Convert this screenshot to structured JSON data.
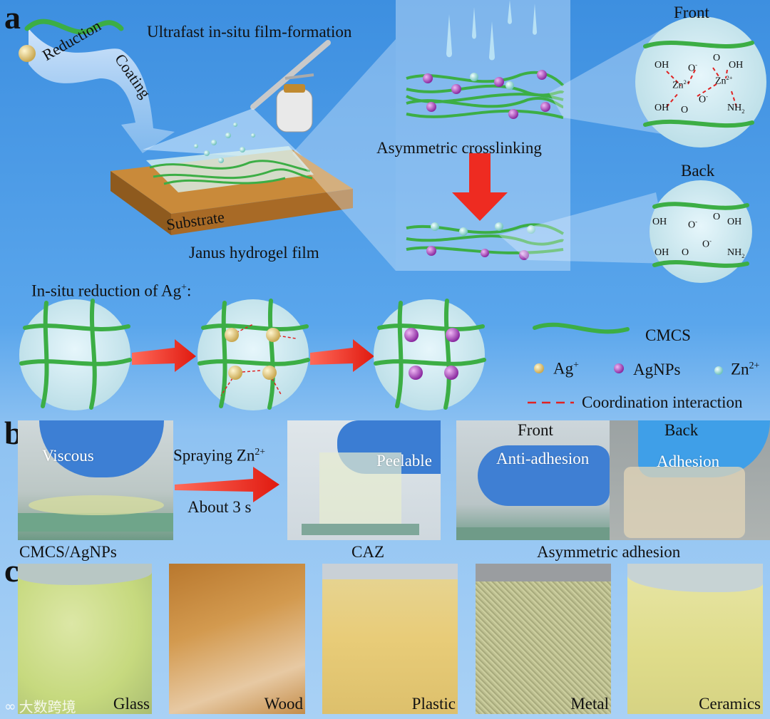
{
  "panel_labels": {
    "a": "a",
    "b": "b",
    "c": "c"
  },
  "panel_a": {
    "reduction": "Reduction",
    "coating": "Coating",
    "ultrafast": "Ultrafast in-situ film-formation",
    "substrate": "Substrate",
    "janus": "Janus hydrogel film",
    "asymmetric": "Asymmetric crosslinking",
    "front": "Front",
    "back": "Back",
    "insitu": "In-situ reduction of Ag",
    "insitu_sup": "+",
    "insitu_colon": ":",
    "chem": {
      "oh": "OH",
      "o": "O",
      "ominus": "-",
      "zn": "Zn",
      "zn_sup": "2+",
      "nh": "NH",
      "nh_sub": "2"
    },
    "legend": {
      "cmcs": "CMCS",
      "ag": "Ag",
      "ag_sup": "+",
      "agnps": "AgNPs",
      "zn": "Zn",
      "zn_sup": "2+",
      "coord": "Coordination interaction"
    }
  },
  "panel_b": {
    "viscous": "Viscous",
    "spraying": "Spraying Zn",
    "spraying_sup": "2+",
    "about": "About 3 s",
    "peelable": "Peelable",
    "front": "Front",
    "back": "Back",
    "anti": "Anti-adhesion",
    "adhesion": "Adhesion",
    "cap1": "CMCS/AgNPs",
    "cap2": "CAZ",
    "cap3": "Asymmetric adhesion"
  },
  "panel_c": {
    "items": [
      "Glass",
      "Wood",
      "Plastic",
      "Metal",
      "Ceramics"
    ]
  },
  "watermark": "大数跨境",
  "colors": {
    "fiber": "#3cae45",
    "ag": "#e8d08a",
    "agnp": "#b24fc0",
    "zn": "#9edfd8",
    "arrow": "#ee2b21",
    "substrate": "#c98a3a"
  }
}
